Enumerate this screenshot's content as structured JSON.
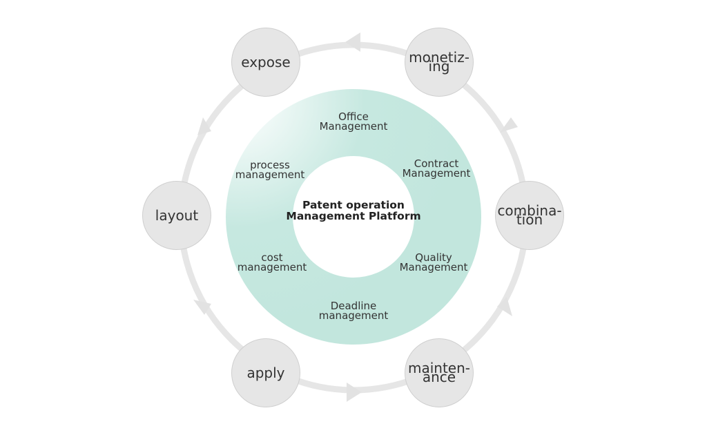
{
  "colors": {
    "ring_track": "#e6e6e6",
    "node_fill": "#e6e6e6",
    "donut_fill": "#bfe5dc",
    "donut_highlight": "#ffffff",
    "text": "#333333"
  },
  "center": {
    "line1": "Patent operation",
    "line2": "Management Platform"
  },
  "segments": [
    {
      "line1": "Office",
      "line2": "Management"
    },
    {
      "line1": "Contract",
      "line2": "Management"
    },
    {
      "line1": "Quality",
      "line2": "Management"
    },
    {
      "line1": "Deadline",
      "line2": "management"
    },
    {
      "line1": "cost",
      "line2": "management"
    },
    {
      "line1": "process",
      "line2": "management"
    }
  ],
  "cycle_nodes": [
    {
      "line1": "monetiz-",
      "line2": "ing"
    },
    {
      "line1": "combina-",
      "line2": "tion"
    },
    {
      "line1": "mainten-",
      "line2": "ance"
    },
    {
      "line1": "apply",
      "line2": ""
    },
    {
      "line1": "layout",
      "line2": ""
    },
    {
      "line1": "expose",
      "line2": ""
    }
  ],
  "arrow_icons": [
    "arrow-icon",
    "arrow-icon",
    "arrow-icon",
    "arrow-icon",
    "arrow-icon",
    "arrow-icon"
  ]
}
